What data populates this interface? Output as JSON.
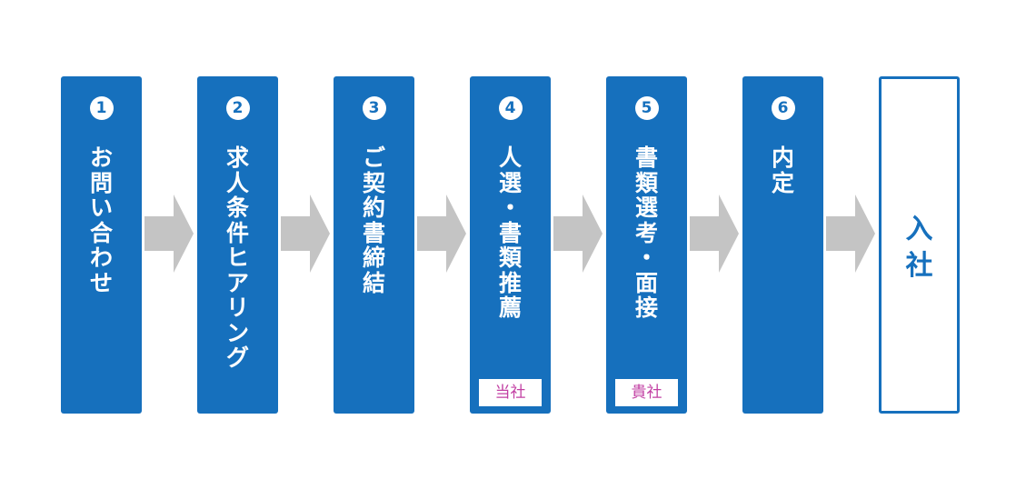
{
  "colors": {
    "step_fill": "#1670bd",
    "arrow": "#c4c4c4",
    "tag_text": "#c23fa3",
    "final_border": "#1670bd"
  },
  "steps": [
    {
      "number": "1",
      "label": "お\n問\nい\n合\nわ\nせ",
      "tag": ""
    },
    {
      "number": "2",
      "label": "求\n人\n条\n件\nヒ\nア\nリ\nン\nグ",
      "tag": ""
    },
    {
      "number": "3",
      "label": "ご\n契\n約\n書\n締\n結",
      "tag": ""
    },
    {
      "number": "4",
      "label": "人\n選\n・\n書\n類\n推\n薦",
      "tag": "当社"
    },
    {
      "number": "5",
      "label": "書\n類\n選\n考\n・\n面\n接",
      "tag": "貴社"
    },
    {
      "number": "6",
      "label": "内\n定",
      "tag": ""
    }
  ],
  "final_step": {
    "label": "入\n社"
  },
  "arrow_icon": "right-arrow-icon"
}
